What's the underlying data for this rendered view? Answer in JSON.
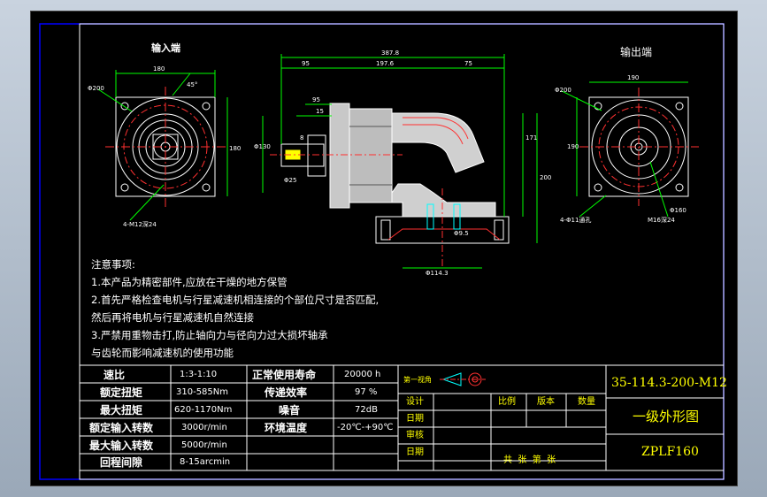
{
  "colors": {
    "frame": "#0000ff",
    "outline": "#ffffff",
    "dimension": "#00ff00",
    "centerline": "#ff3030",
    "hidden": "#00ffff",
    "table_label": "#ffff00",
    "body_fill": "#c8c8c8"
  },
  "views": {
    "input_end_label": "输入端",
    "output_end_label": "输出端"
  },
  "dimensions": {
    "left_view": [
      "180",
      "Φ200",
      "4-M12深24",
      "45°",
      "180"
    ],
    "front_view": [
      "387.8",
      "95",
      "197.6",
      "95",
      "15",
      "75",
      "Φ130",
      "Φ25",
      "8",
      "200",
      "171",
      "Φ114.3",
      "Φ9.5"
    ],
    "right_view": [
      "Φ200",
      "190",
      "190",
      "4-Φ11通孔",
      "M16深24",
      "Φ160"
    ]
  },
  "notes": {
    "heading": "注意事项:",
    "lines": [
      "1.本产品为精密部件,应放在干燥的地方保管",
      "2.首先严格检查电机与行星减速机相连接的个部位尺寸是否匹配,",
      "然后再将电机与行星减速机自然连接",
      "3.严禁用重物击打,防止轴向力与径向力过大损坏轴承",
      "与齿轮而影响减速机的使用功能"
    ]
  },
  "spec_table": {
    "rows": [
      [
        "速比",
        "1:3-1:10",
        "正常使用寿命",
        "20000 h"
      ],
      [
        "额定扭矩",
        "310-585Nm",
        "传递效率",
        "97 %"
      ],
      [
        "最大扭矩",
        "620-1170Nm",
        "噪音",
        "72dB"
      ],
      [
        "额定输入转数",
        "3000r/min",
        "环境温度",
        "-20℃-+90℃"
      ],
      [
        "最大输入转数",
        "5000r/min",
        "",
        ""
      ],
      [
        "回程间隙",
        "8-15arcmin",
        "",
        ""
      ]
    ]
  },
  "title_block": {
    "projection_label": "第一视角",
    "row_labels": [
      "设计",
      "日期",
      "审核",
      "日期"
    ],
    "col_headers": [
      "比例",
      "版本",
      "数量"
    ],
    "sheet_info": "共  张  第  张",
    "drawing_no": "35-114.3-200-M12",
    "drawing_name": "一级外形图",
    "model": "ZPLF160"
  }
}
